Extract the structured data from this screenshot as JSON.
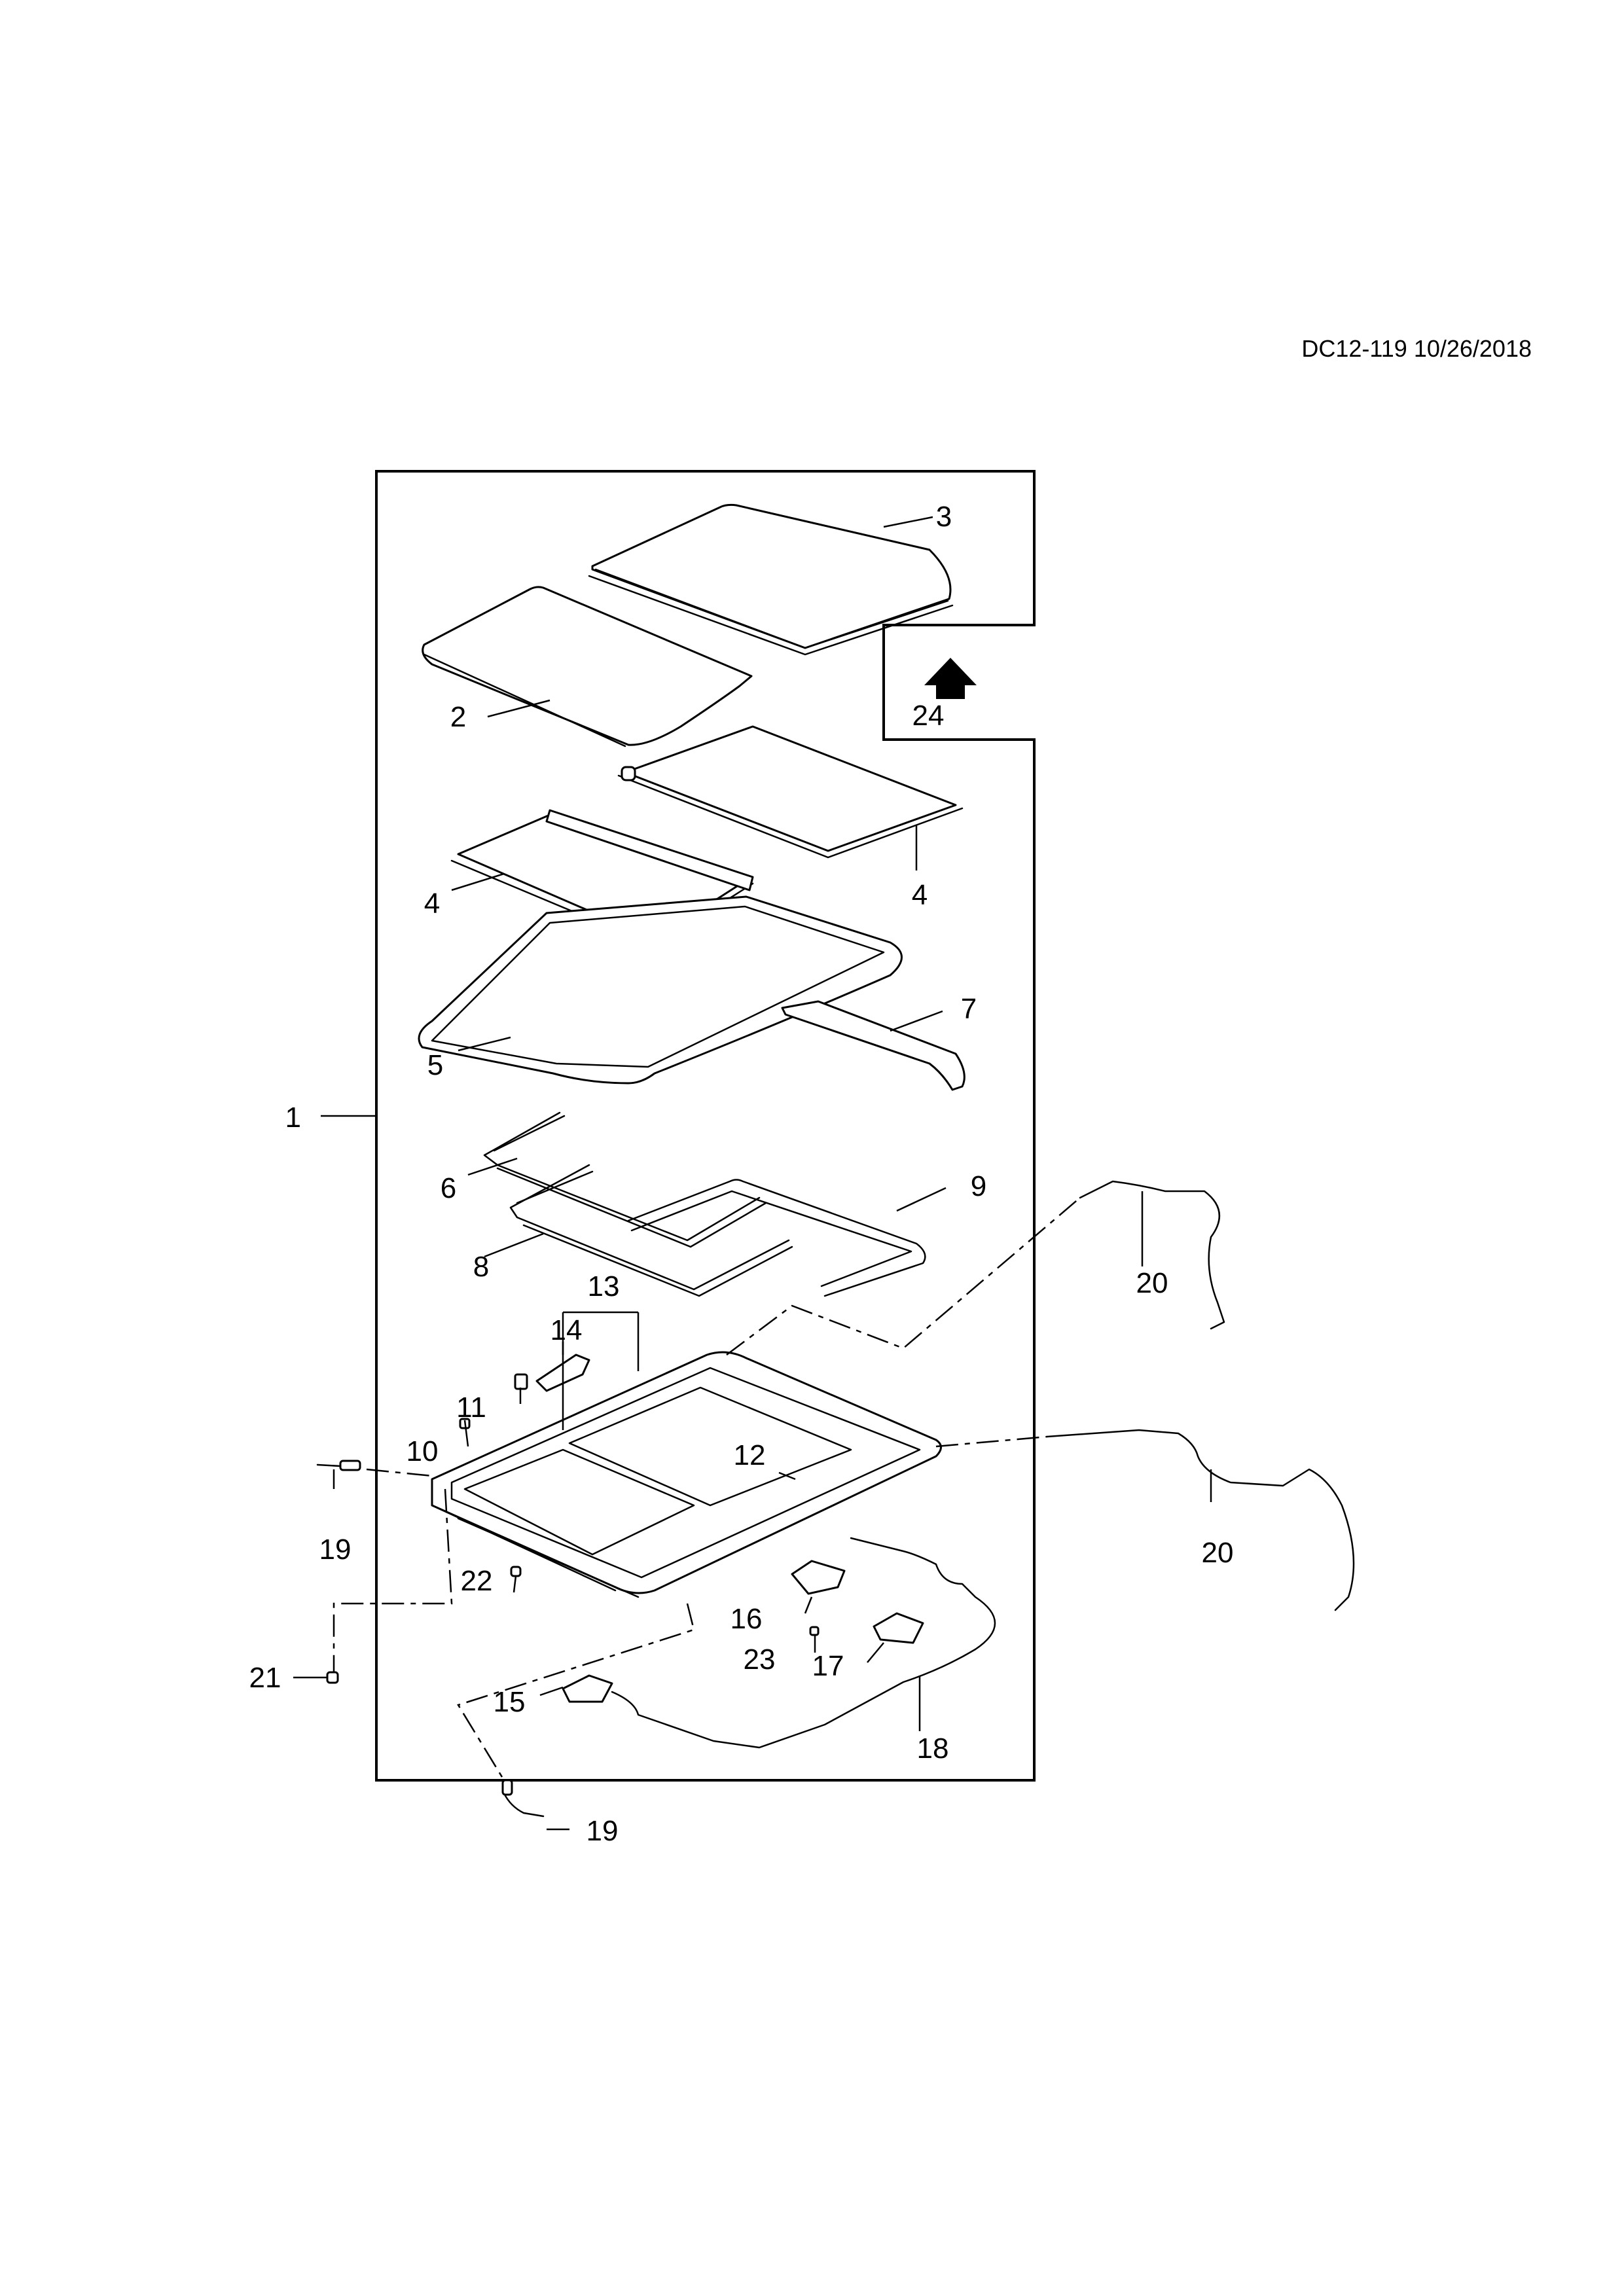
{
  "header": {
    "drawing_id": "DC12-119 10/26/2018"
  },
  "callouts": [
    {
      "id": "c1",
      "text": "1"
    },
    {
      "id": "c2",
      "text": "2"
    },
    {
      "id": "c3",
      "text": "3"
    },
    {
      "id": "c4a",
      "text": "4"
    },
    {
      "id": "c4b",
      "text": "4"
    },
    {
      "id": "c5",
      "text": "5"
    },
    {
      "id": "c6",
      "text": "6"
    },
    {
      "id": "c7",
      "text": "7"
    },
    {
      "id": "c8",
      "text": "8"
    },
    {
      "id": "c9",
      "text": "9"
    },
    {
      "id": "c10",
      "text": "10"
    },
    {
      "id": "c11",
      "text": "11"
    },
    {
      "id": "c12",
      "text": "12"
    },
    {
      "id": "c13",
      "text": "13"
    },
    {
      "id": "c14",
      "text": "14"
    },
    {
      "id": "c15",
      "text": "15"
    },
    {
      "id": "c16",
      "text": "16"
    },
    {
      "id": "c17",
      "text": "17"
    },
    {
      "id": "c18",
      "text": "18"
    },
    {
      "id": "c19a",
      "text": "19"
    },
    {
      "id": "c19b",
      "text": "19"
    },
    {
      "id": "c20a",
      "text": "20"
    },
    {
      "id": "c20b",
      "text": "20"
    },
    {
      "id": "c21",
      "text": "21"
    },
    {
      "id": "c22",
      "text": "22"
    },
    {
      "id": "c23",
      "text": "23"
    },
    {
      "id": "c24",
      "text": "24"
    }
  ],
  "icons": {
    "arrow": "up-arrow-icon"
  }
}
